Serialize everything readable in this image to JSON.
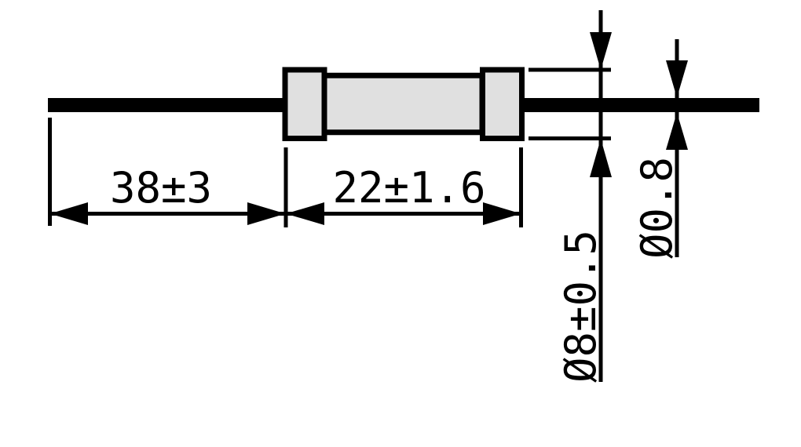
{
  "drawing": {
    "name": "axial-resistor-dimension-drawing",
    "dimensions": {
      "lead_length": {
        "label": "38±3"
      },
      "body_length": {
        "label": "22±1.6"
      },
      "body_diameter": {
        "label": "Ø8±0.5"
      },
      "lead_diameter": {
        "label": "Ø0.8"
      }
    }
  },
  "colors": {
    "line": "#000000",
    "body_fill": "#e0e0e0",
    "background": "#ffffff"
  }
}
